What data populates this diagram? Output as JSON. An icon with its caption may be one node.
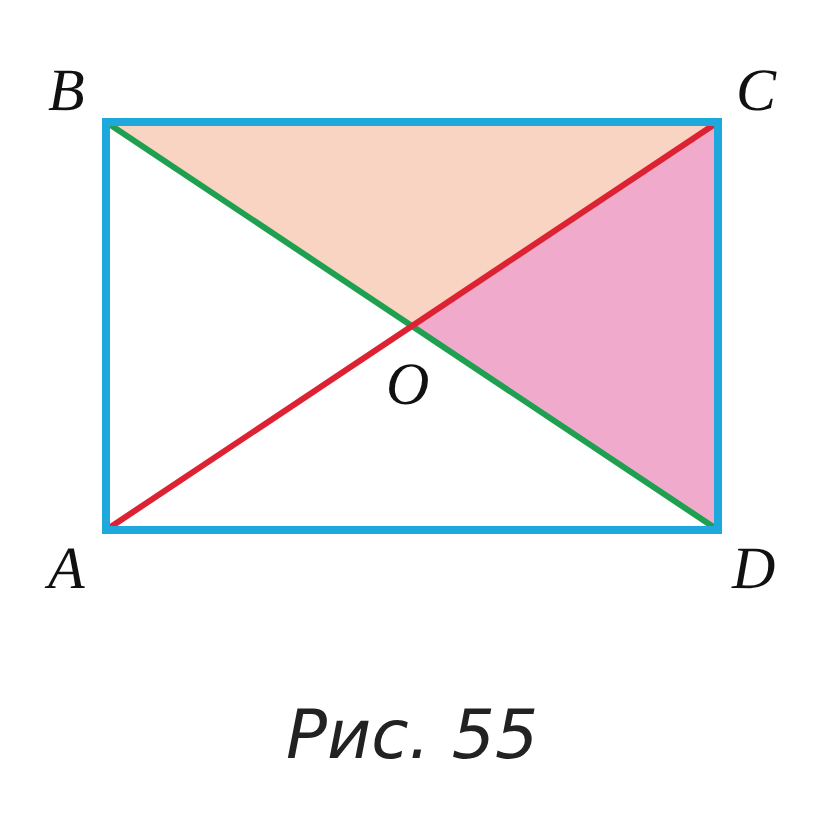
{
  "diagram": {
    "caption": "Рис. 55",
    "labels": [
      "B",
      "C",
      "O",
      "A",
      "D"
    ]
  }
}
